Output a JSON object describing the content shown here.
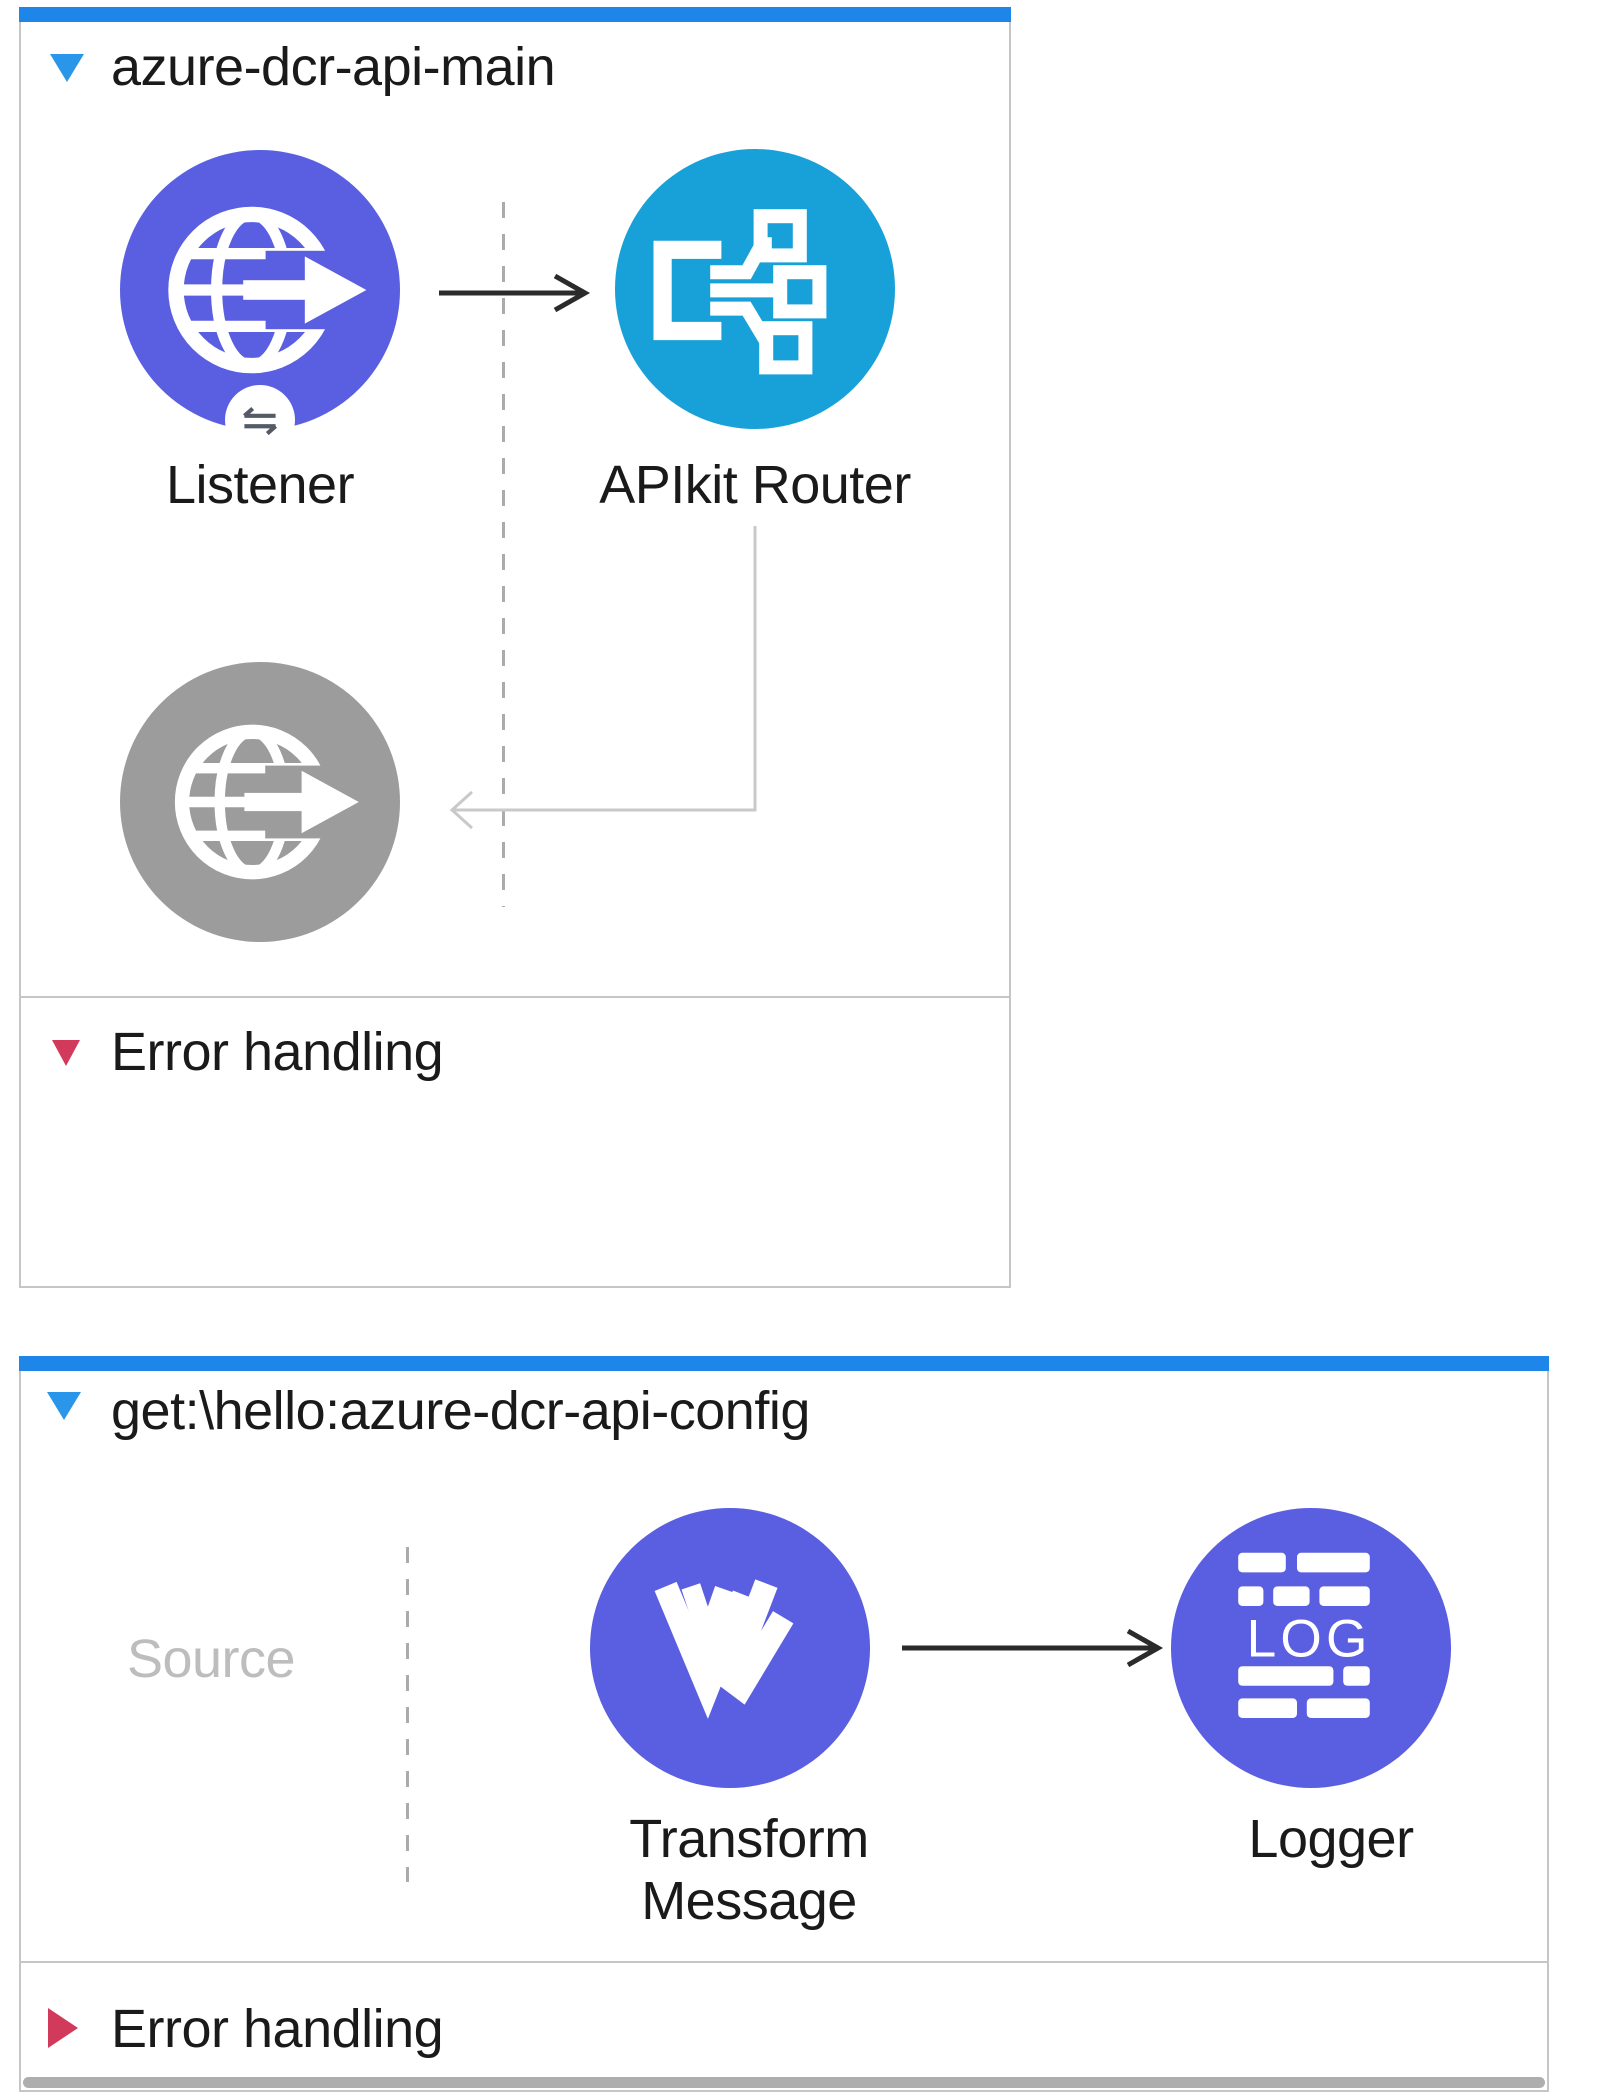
{
  "flows": {
    "main": {
      "title": "azure-dcr-api-main",
      "nodes": {
        "listener": {
          "label": "Listener",
          "icon": "globe-arrow-icon",
          "badge_icon": "exchange-arrows-icon"
        },
        "apikit": {
          "label": "APIkit Router",
          "icon": "router-branch-icon"
        },
        "disabled_listener": {
          "label": "",
          "icon": "globe-arrow-icon"
        }
      },
      "error_label": "Error handling"
    },
    "get": {
      "title": "get:\\hello:azure-dcr-api-config",
      "source_label": "Source",
      "nodes": {
        "transform": {
          "label_line1": "Transform",
          "label_line2": "Message",
          "icon": "dataweave-transform-icon"
        },
        "logger": {
          "label": "Logger",
          "icon": "log-lines-icon",
          "icon_text": "LOG"
        }
      },
      "error_label": "Error handling"
    }
  },
  "colors": {
    "purple": "#5a5ee1",
    "cyan": "#18a0d9",
    "gray": "#9c9c9c",
    "bar-blue": "#1d86e8",
    "tri-blue": "#2996e9",
    "tri-red": "#d23a5c",
    "text": "#1a1a1a",
    "muted": "#bdbdbd",
    "border": "#c6c6c6",
    "dash": "#ababab",
    "connector": "#c9c9c9",
    "arrow": "#2b2b2b",
    "badge-glyph": "#555b66",
    "scrollbar": "#aeaeae"
  }
}
